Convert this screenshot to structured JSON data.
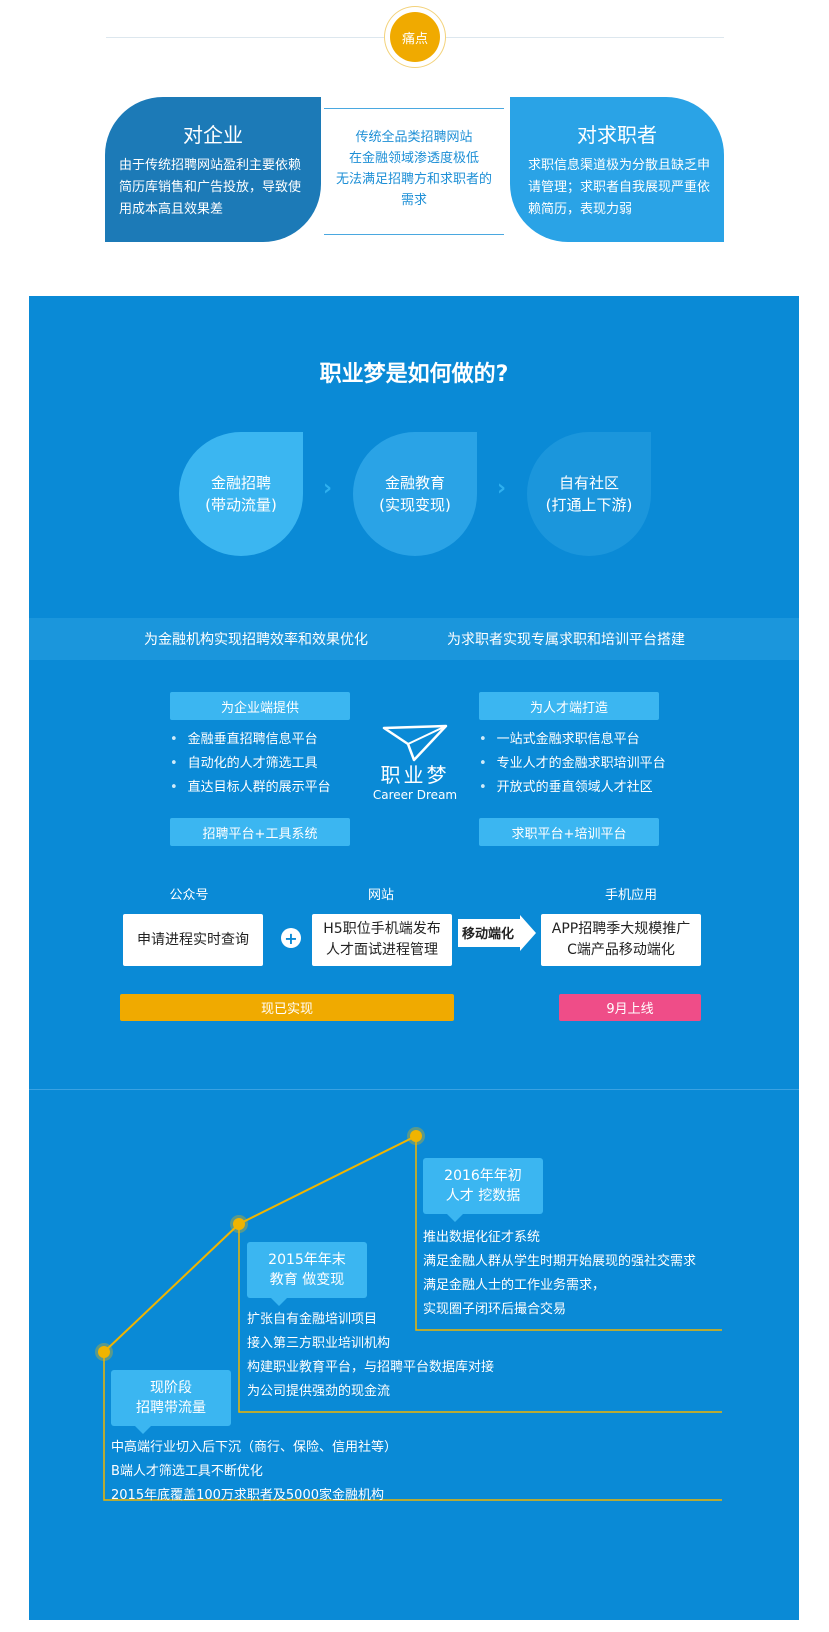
{
  "header": {
    "badge": "痛点",
    "left_card": {
      "title": "对企业",
      "text": "由于传统招聘网站盈利主要依赖简历库销售和广告投放，导致使用成本高且效果差"
    },
    "middle_lines": [
      "传统全品类招聘网站",
      "在金融领域渗透度极低",
      "无法满足招聘方和求职者的",
      "需求"
    ],
    "right_card": {
      "title": "对求职者",
      "text": "求职信息渠道极为分散且缺乏申请管理；求职者自我展现严重依赖简历，表现力弱"
    }
  },
  "how": {
    "title": "职业梦是如何做的?",
    "steps": [
      {
        "line1": "金融招聘",
        "line2": "(带动流量)"
      },
      {
        "line1": "金融教育",
        "line2": "(实现变现)"
      },
      {
        "line1": "自有社区",
        "line2": "(打通上下游)"
      }
    ],
    "arrow_glyph": "›"
  },
  "band": {
    "left": "为金融机构实现招聘效率和效果优化",
    "right": "为求职者实现专属求职和培训平台搭建"
  },
  "provide": {
    "left_title": "为企业端提供",
    "left_items": [
      "金融垂直招聘信息平台",
      "自动化的人才筛选工具",
      "直达目标人群的展示平台"
    ],
    "left_footer": "招聘平台+工具系统",
    "right_title": "为人才端打造",
    "right_items": [
      "一站式金融求职信息平台",
      "专业人才的金融求职培训平台",
      "开放式的垂直领域人才社区"
    ],
    "right_footer": "求职平台+培训平台",
    "logo_cn": "职业梦",
    "logo_en": "Career Dream"
  },
  "channels": {
    "label1": "公众号",
    "label2": "网站",
    "label3": "手机应用",
    "box1": "申请进程实时查询",
    "plus": "+",
    "box2_line1": "H5职位手机端发布",
    "box2_line2": "人才面试进程管理",
    "arrow_label": "移动端化",
    "box3_line1": "APP招聘季大规模推广",
    "box3_line2": "C端产品移动端化",
    "bar_left": "现已实现",
    "bar_right": "9月上线"
  },
  "timeline": {
    "stage1_line1": "现阶段",
    "stage1_line2": "招聘带流量",
    "stage1_items": [
      "中高端行业切入后下沉（商行、保险、信用社等）",
      "B端人才筛选工具不断优化",
      "2015年底覆盖100万求职者及5000家金融机构"
    ],
    "stage2_line1": "2015年年末",
    "stage2_line2": "教育 做变现",
    "stage2_items": [
      "扩张自有金融培训项目",
      "接入第三方职业培训机构",
      "构建职业教育平台，与招聘平台数据库对接",
      "为公司提供强劲的现金流"
    ],
    "stage3_line1": "2016年年初",
    "stage3_line2": "人才 挖数据",
    "stage3_items": [
      "推出数据化征才系统",
      "满足金融人群从学生时期开始展现的强社交需求",
      "满足金融人士的工作业务需求，",
      "实现圈子闭环后撮合交易"
    ]
  },
  "colors": {
    "brand_blue": "#0a8ad6",
    "dark_card": "#1c7ab7",
    "light_card": "#2aa3e6",
    "pill": "#3bb6f1",
    "gold": "#f0aa00",
    "pink": "#ef4d88"
  }
}
